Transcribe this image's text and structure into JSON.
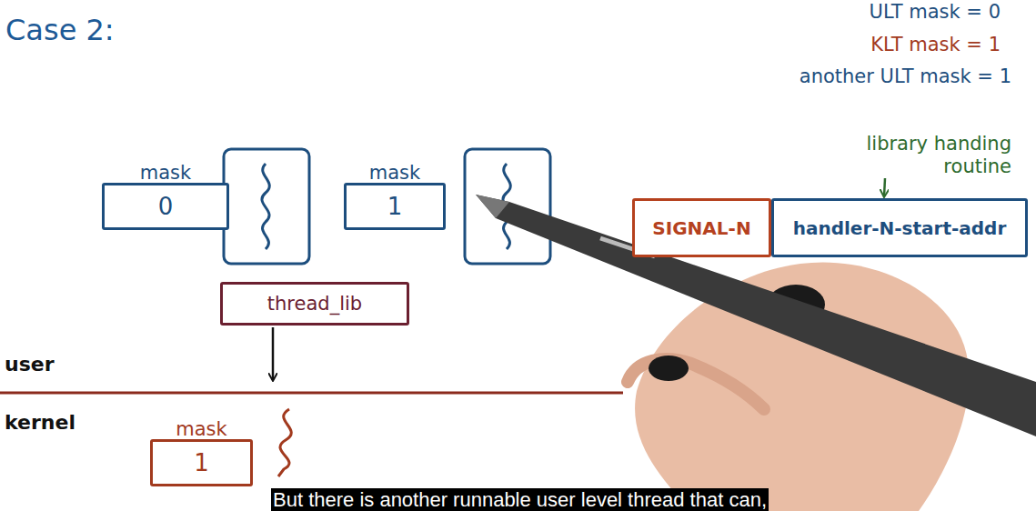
{
  "diagram": {
    "title": "Case 2:",
    "caption": "But there is another runnable user level thread that can,",
    "nodes": [
      {
        "text": [
          "mask",
          "0"
        ]
      },
      {
        "text": [
          "mask",
          "1"
        ]
      },
      {
        "text": [
          "thread_lib"
        ]
      },
      {
        "text": [
          "mask",
          "1"
        ]
      },
      {
        "text": [
          "SIGNAL-N"
        ]
      },
      {
        "text": [
          "handler-N-start-addr"
        ]
      }
    ],
    "labels": [
      "ULT mask = 0",
      "KLT mask = 1",
      "another ULT mask = 1",
      "library handing routine",
      "user",
      "kernel"
    ]
  }
}
